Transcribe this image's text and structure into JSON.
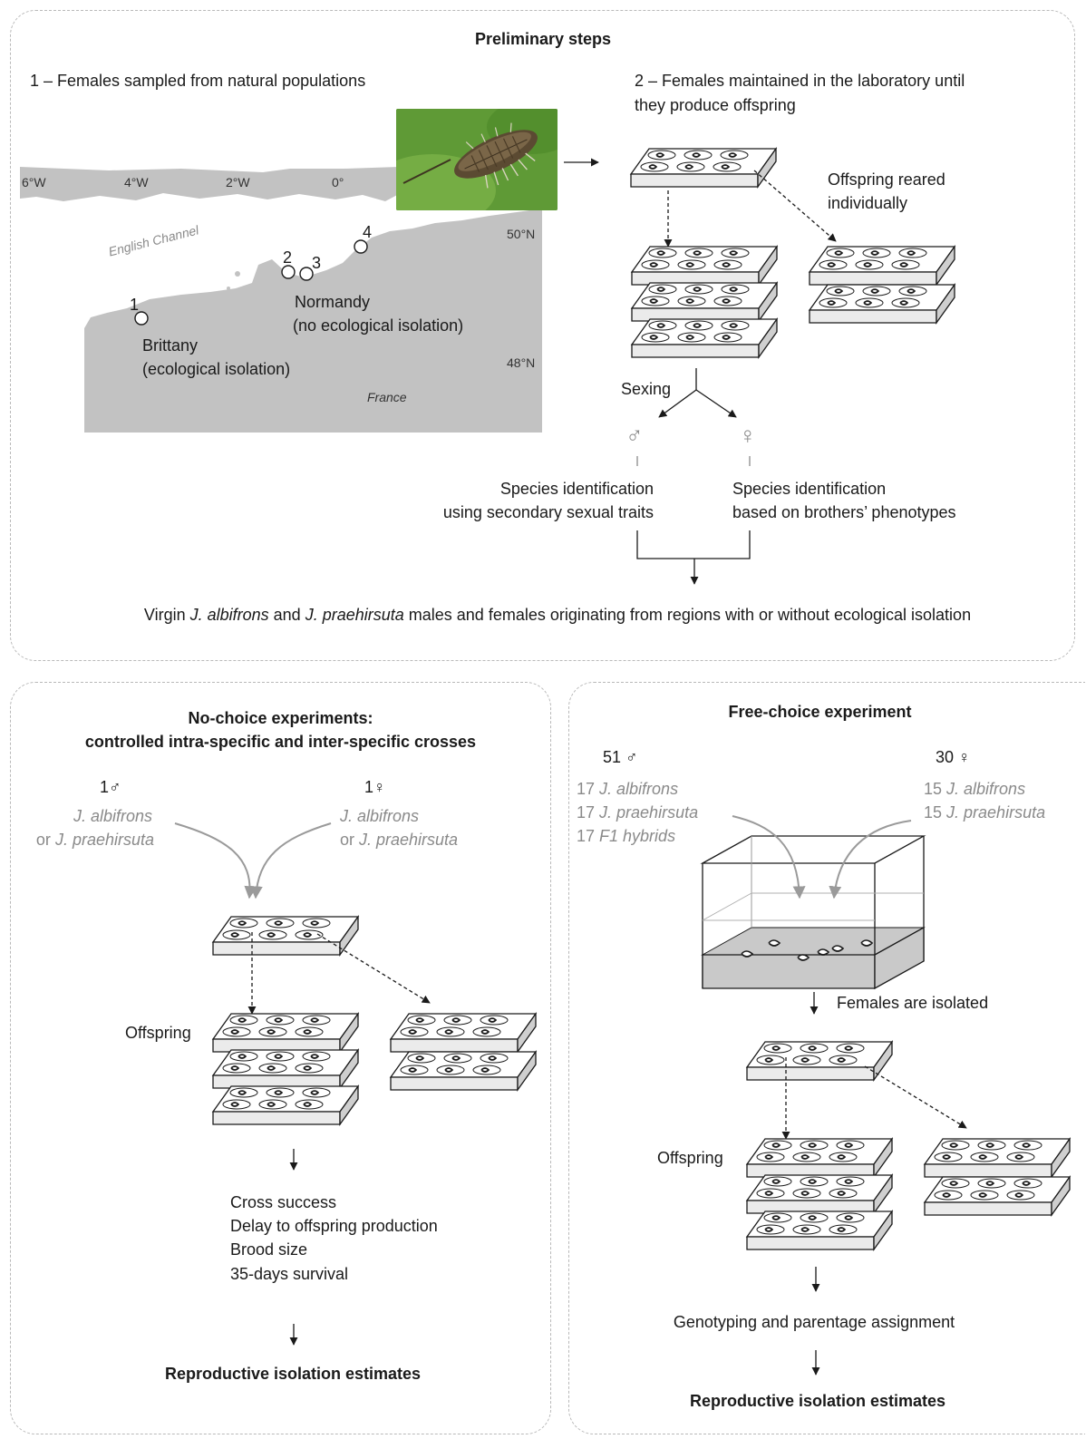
{
  "top": {
    "title": "Preliminary steps",
    "step1": "1 – Females sampled from natural populations",
    "step2_line1": "2 – Females maintained in the laboratory until",
    "step2_line2": "they produce offspring",
    "map": {
      "lon": [
        "6°W",
        "4°W",
        "2°W",
        "0°"
      ],
      "lat": [
        "50°N",
        "48°N"
      ],
      "sea": "English Channel",
      "country": "France",
      "sites": [
        "1",
        "2",
        "3",
        "4"
      ],
      "brittany": "Brittany",
      "brittany_note": "(ecological isolation)",
      "normandy": "Normandy",
      "normandy_note": "(no ecological isolation)"
    },
    "reared_line1": "Offspring reared",
    "reared_line2": "individually",
    "sexing": "Sexing",
    "male_symbol": "♂",
    "female_symbol": "♀",
    "male_id_line1": "Species identification",
    "male_id_line2": "using secondary sexual traits",
    "female_id_line1": "Species identification",
    "female_id_line2": "based on brothers’ phenotypes",
    "bottom_pre": "Virgin ",
    "bottom_sp1": "J. albifrons",
    "bottom_and": " and  ",
    "bottom_sp2": "J. praehirsuta",
    "bottom_post": " males and females originating from regions with or without ecological isolation"
  },
  "left": {
    "title_line1": "No-choice experiments:",
    "title_line2": "controlled intra-specific and inter-specific crosses",
    "male_count": "1♂",
    "female_count": "1♀",
    "male_sp1": "J. albifrons",
    "male_or": "or ",
    "male_sp2": "J. praehirsuta",
    "female_sp1": "J. albifrons",
    "female_or": "or ",
    "female_sp2": "J. praehirsuta",
    "offspring": "Offspring",
    "measures": [
      "Cross success",
      "Delay to offspring production",
      "Brood size",
      "35-days survival"
    ],
    "result": "Reproductive isolation estimates"
  },
  "right": {
    "title": "Free-choice experiment",
    "males_count": "51 ♂",
    "females_count": "30 ♀",
    "males": [
      {
        "n": "17 ",
        "sp": "J. albifrons"
      },
      {
        "n": "17 ",
        "sp": "J. praehirsuta"
      },
      {
        "n": "17 ",
        "sp": "F1 hybrids"
      }
    ],
    "females": [
      {
        "n": "15 ",
        "sp": "J. albifrons"
      },
      {
        "n": "15 ",
        "sp": "J. praehirsuta"
      }
    ],
    "isolated": "Females are isolated",
    "offspring": "Offspring",
    "genotyping": "Genotyping and parentage assignment",
    "result": "Reproductive isolation estimates"
  }
}
